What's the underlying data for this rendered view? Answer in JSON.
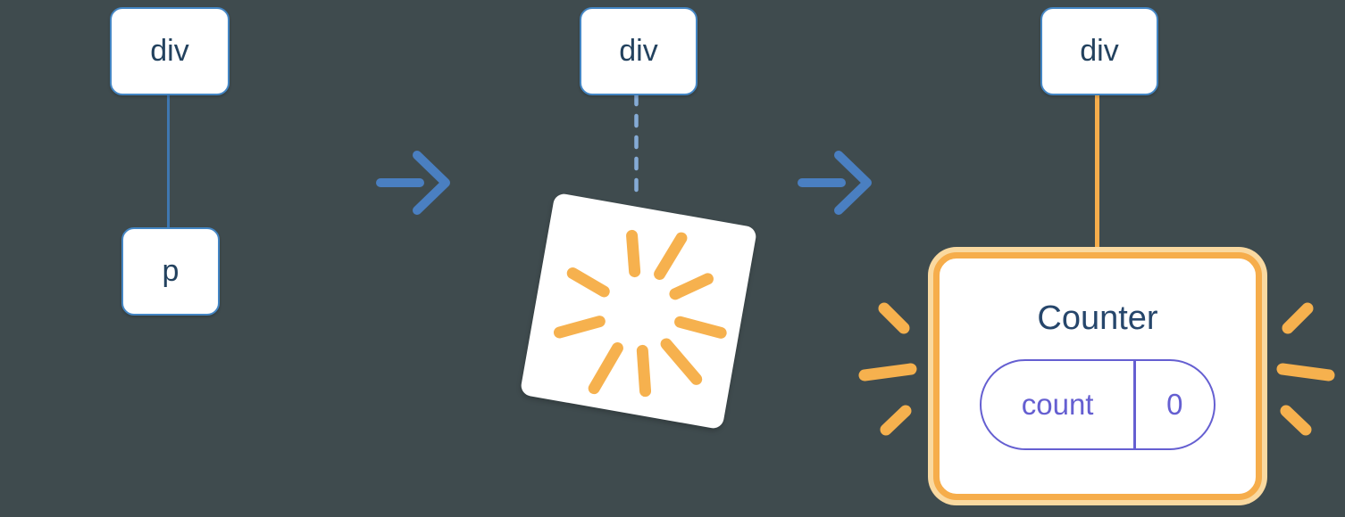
{
  "diagram_title": "component-replacement-diagram",
  "colors": {
    "background": "#3f4b4e",
    "node_border_blue": "#4486c4",
    "node_text": "#23425f",
    "edge_blue": "#3f77b0",
    "edge_dashed_blue": "#85abd6",
    "arrow_blue": "#4a7fc1",
    "orange": "#f6ad4b",
    "orange_light": "#fad9a0",
    "burst_orange": "#f6b14e",
    "purple": "#655fd1",
    "card_title_text": "#26466b"
  },
  "panels": {
    "before": {
      "parent": "div",
      "child": "p"
    },
    "during": {
      "parent": "div"
    },
    "after": {
      "parent": "div",
      "card_title": "Counter",
      "state_key": "count",
      "state_value": "0"
    }
  },
  "icons": [
    "arrow-right-icon",
    "poof-burst-icon",
    "sparkle-dash-icon"
  ]
}
